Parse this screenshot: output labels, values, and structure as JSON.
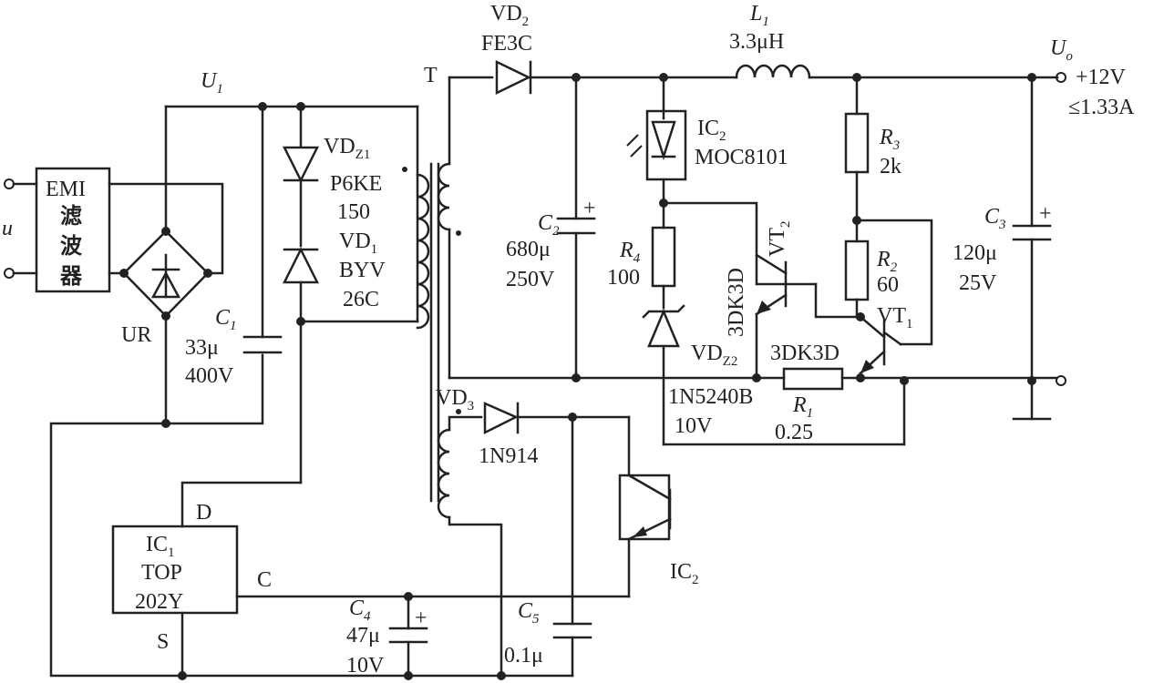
{
  "labels": {
    "u": "u",
    "emi": [
      "EMI",
      "滤",
      "波",
      "器"
    ],
    "u1_main": "U",
    "u1_sub": "1",
    "ur": "UR",
    "c1_main": "C",
    "c1_sub": "1",
    "c1_val": "33μ",
    "c1_volt": "400V",
    "vdz1_main": "VD",
    "vdz1_sub": "Z1",
    "vdz1_part": [
      "P6KE",
      "150"
    ],
    "vd1_main": "VD",
    "vd1_sub": "1",
    "vd1_part": [
      "BYV",
      "26C"
    ],
    "t": "T",
    "vd2_main": "VD",
    "vd2_sub": "2",
    "vd2_part": "FE3C",
    "l1_main": "L",
    "l1_sub": "1",
    "l1_val": "3.3μH",
    "uo_main": "U",
    "uo_sub": "o",
    "uo_volt": "+12V",
    "uo_curr": "≤1.33A",
    "ic2_main": "IC",
    "ic2_sub": "2",
    "ic2_part": "MOC8101",
    "c2_main": "C",
    "c2_sub": "2",
    "c2_val": "680μ",
    "c2_volt": "250V",
    "r4_main": "R",
    "r4_sub": "4",
    "r4_val": "100",
    "r3_main": "R",
    "r3_sub": "3",
    "r3_val": "2k",
    "r2_main": "R",
    "r2_sub": "2",
    "r2_val": "60",
    "c3_main": "C",
    "c3_sub": "3",
    "c3_val": "120μ",
    "c3_volt": "25V",
    "vt2_main": "VT",
    "vt2_sub": "2",
    "vt2_part": "3DK3D",
    "vt1_main": "VT",
    "vt1_sub": "1",
    "vt1_part": "3DK3D",
    "vdz2_main": "VD",
    "vdz2_sub": "Z2",
    "vdz2_part": "1N5240B",
    "vdz2_volt": "10V",
    "r1_main": "R",
    "r1_sub": "1",
    "r1_val": "0.25",
    "vd3_main": "VD",
    "vd3_sub": "3",
    "vd3_part": "1N914",
    "ic1_main": "IC",
    "ic1_sub": "1",
    "ic1_part1": "TOP",
    "ic1_part2": "202Y",
    "pin_d": "D",
    "pin_c": "C",
    "pin_s": "S",
    "ic2b_main": "IC",
    "ic2b_sub": "2",
    "c4_main": "C",
    "c4_sub": "4",
    "c4_val": "47μ",
    "c4_volt": "10V",
    "c5_main": "C",
    "c5_sub": "5",
    "c5_val": "0.1μ",
    "plus": "+"
  }
}
